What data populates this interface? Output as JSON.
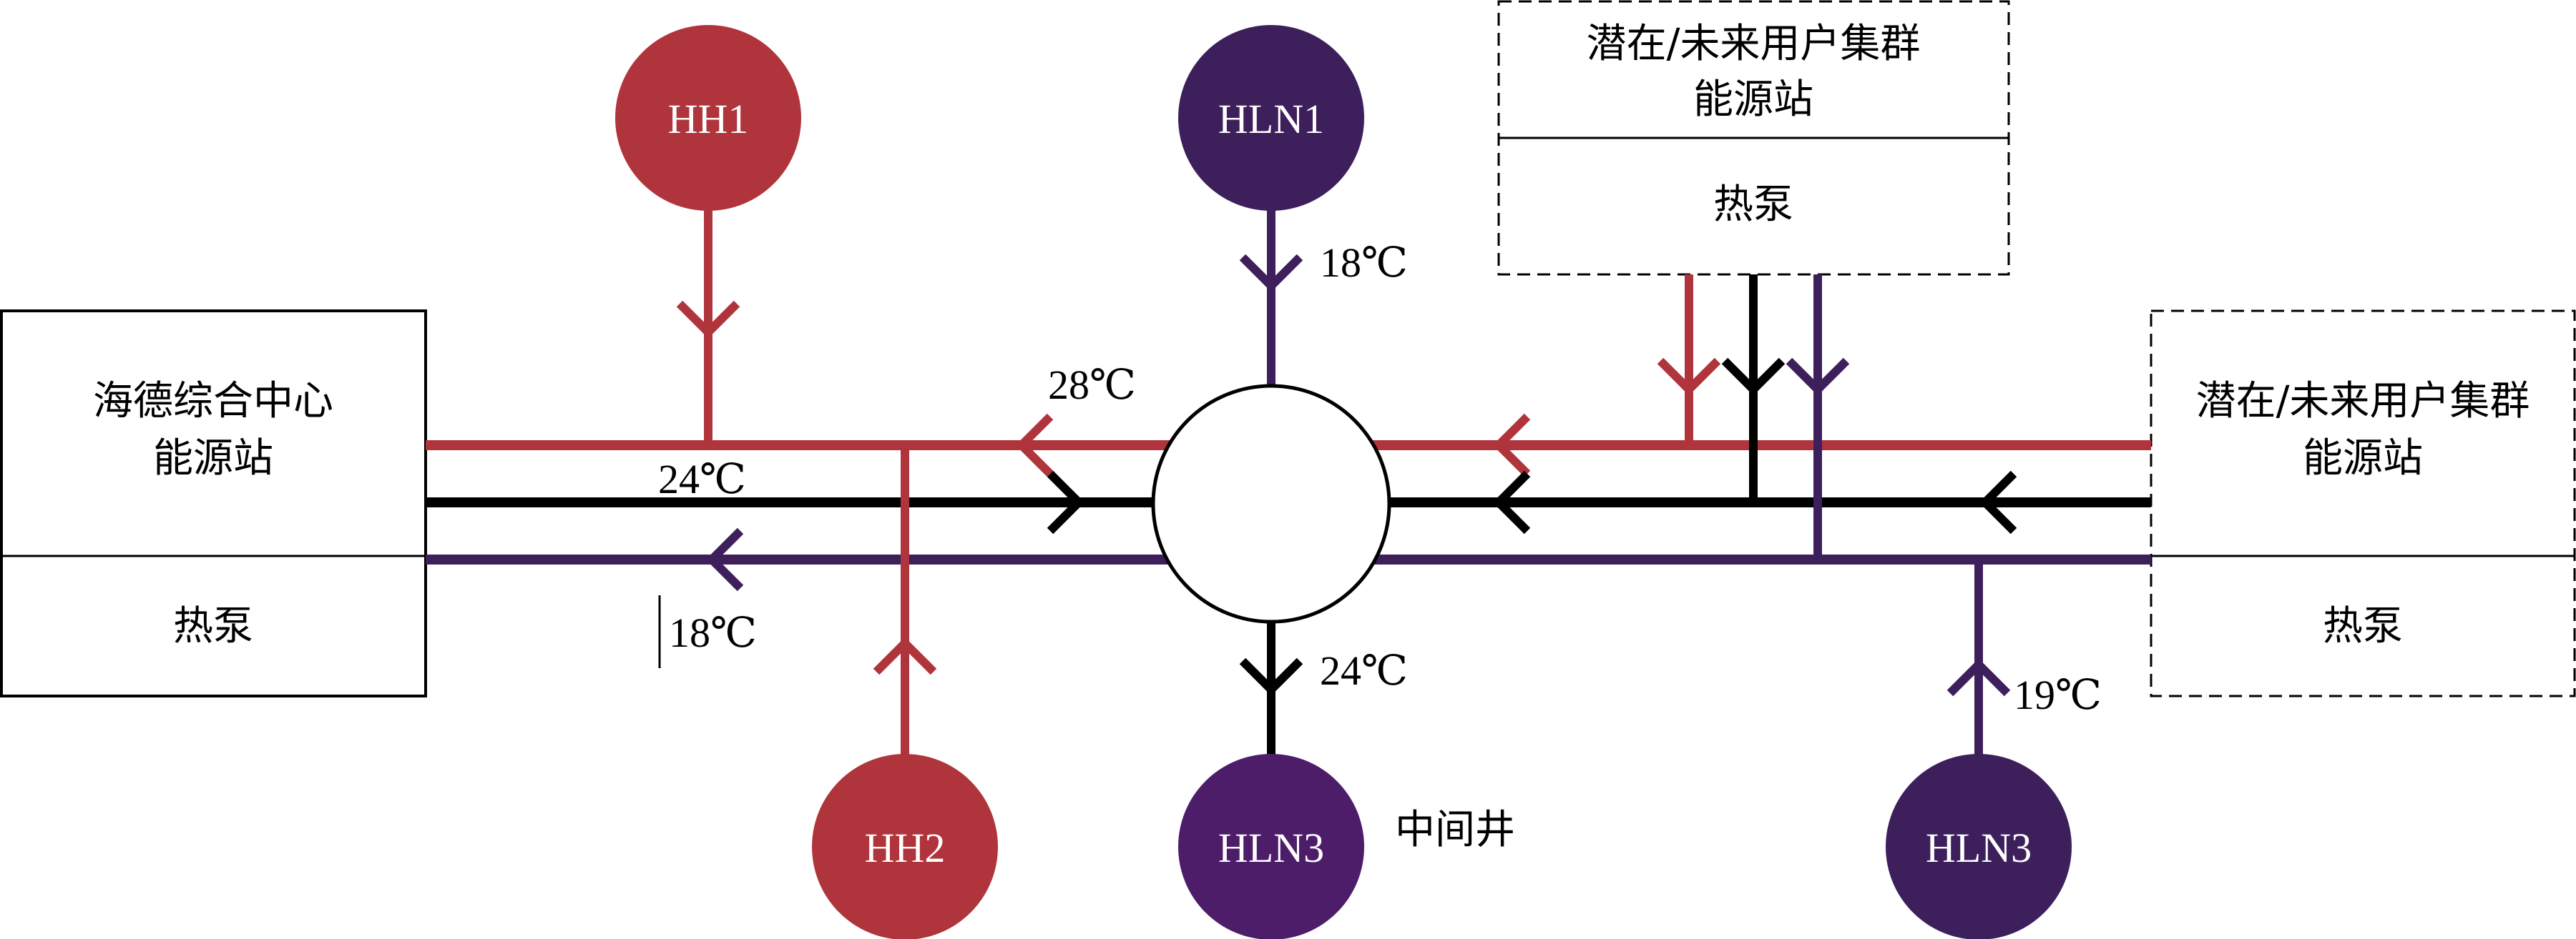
{
  "colors": {
    "hot": "#b0343c",
    "mid": "#000000",
    "cold": "#3d1f5c",
    "hln3_node": "#4d1d6a",
    "node_text": "#ffffff"
  },
  "left_station": {
    "name_line1": "海德综合中心",
    "name_line2": "能源站",
    "heat_pump": "热泵"
  },
  "top_station": {
    "name_line1": "潜在/未来用户集群",
    "name_line2": "能源站",
    "heat_pump": "热泵"
  },
  "right_station": {
    "name_line1": "潜在/未来用户集群",
    "name_line2": "能源站",
    "heat_pump": "热泵"
  },
  "nodes": {
    "hh1": "HH1",
    "hln1": "HLN1",
    "hh2": "HH2",
    "hln3_center": "HLN3",
    "hln3_right": "HLN3"
  },
  "temps": {
    "hln1": "18℃",
    "hot_main": "28℃",
    "mid_main": "24℃",
    "cold_main": "18℃",
    "hln3_center": "24℃",
    "hln3_right": "19℃"
  },
  "labels": {
    "intermediate_well": "中间井"
  }
}
